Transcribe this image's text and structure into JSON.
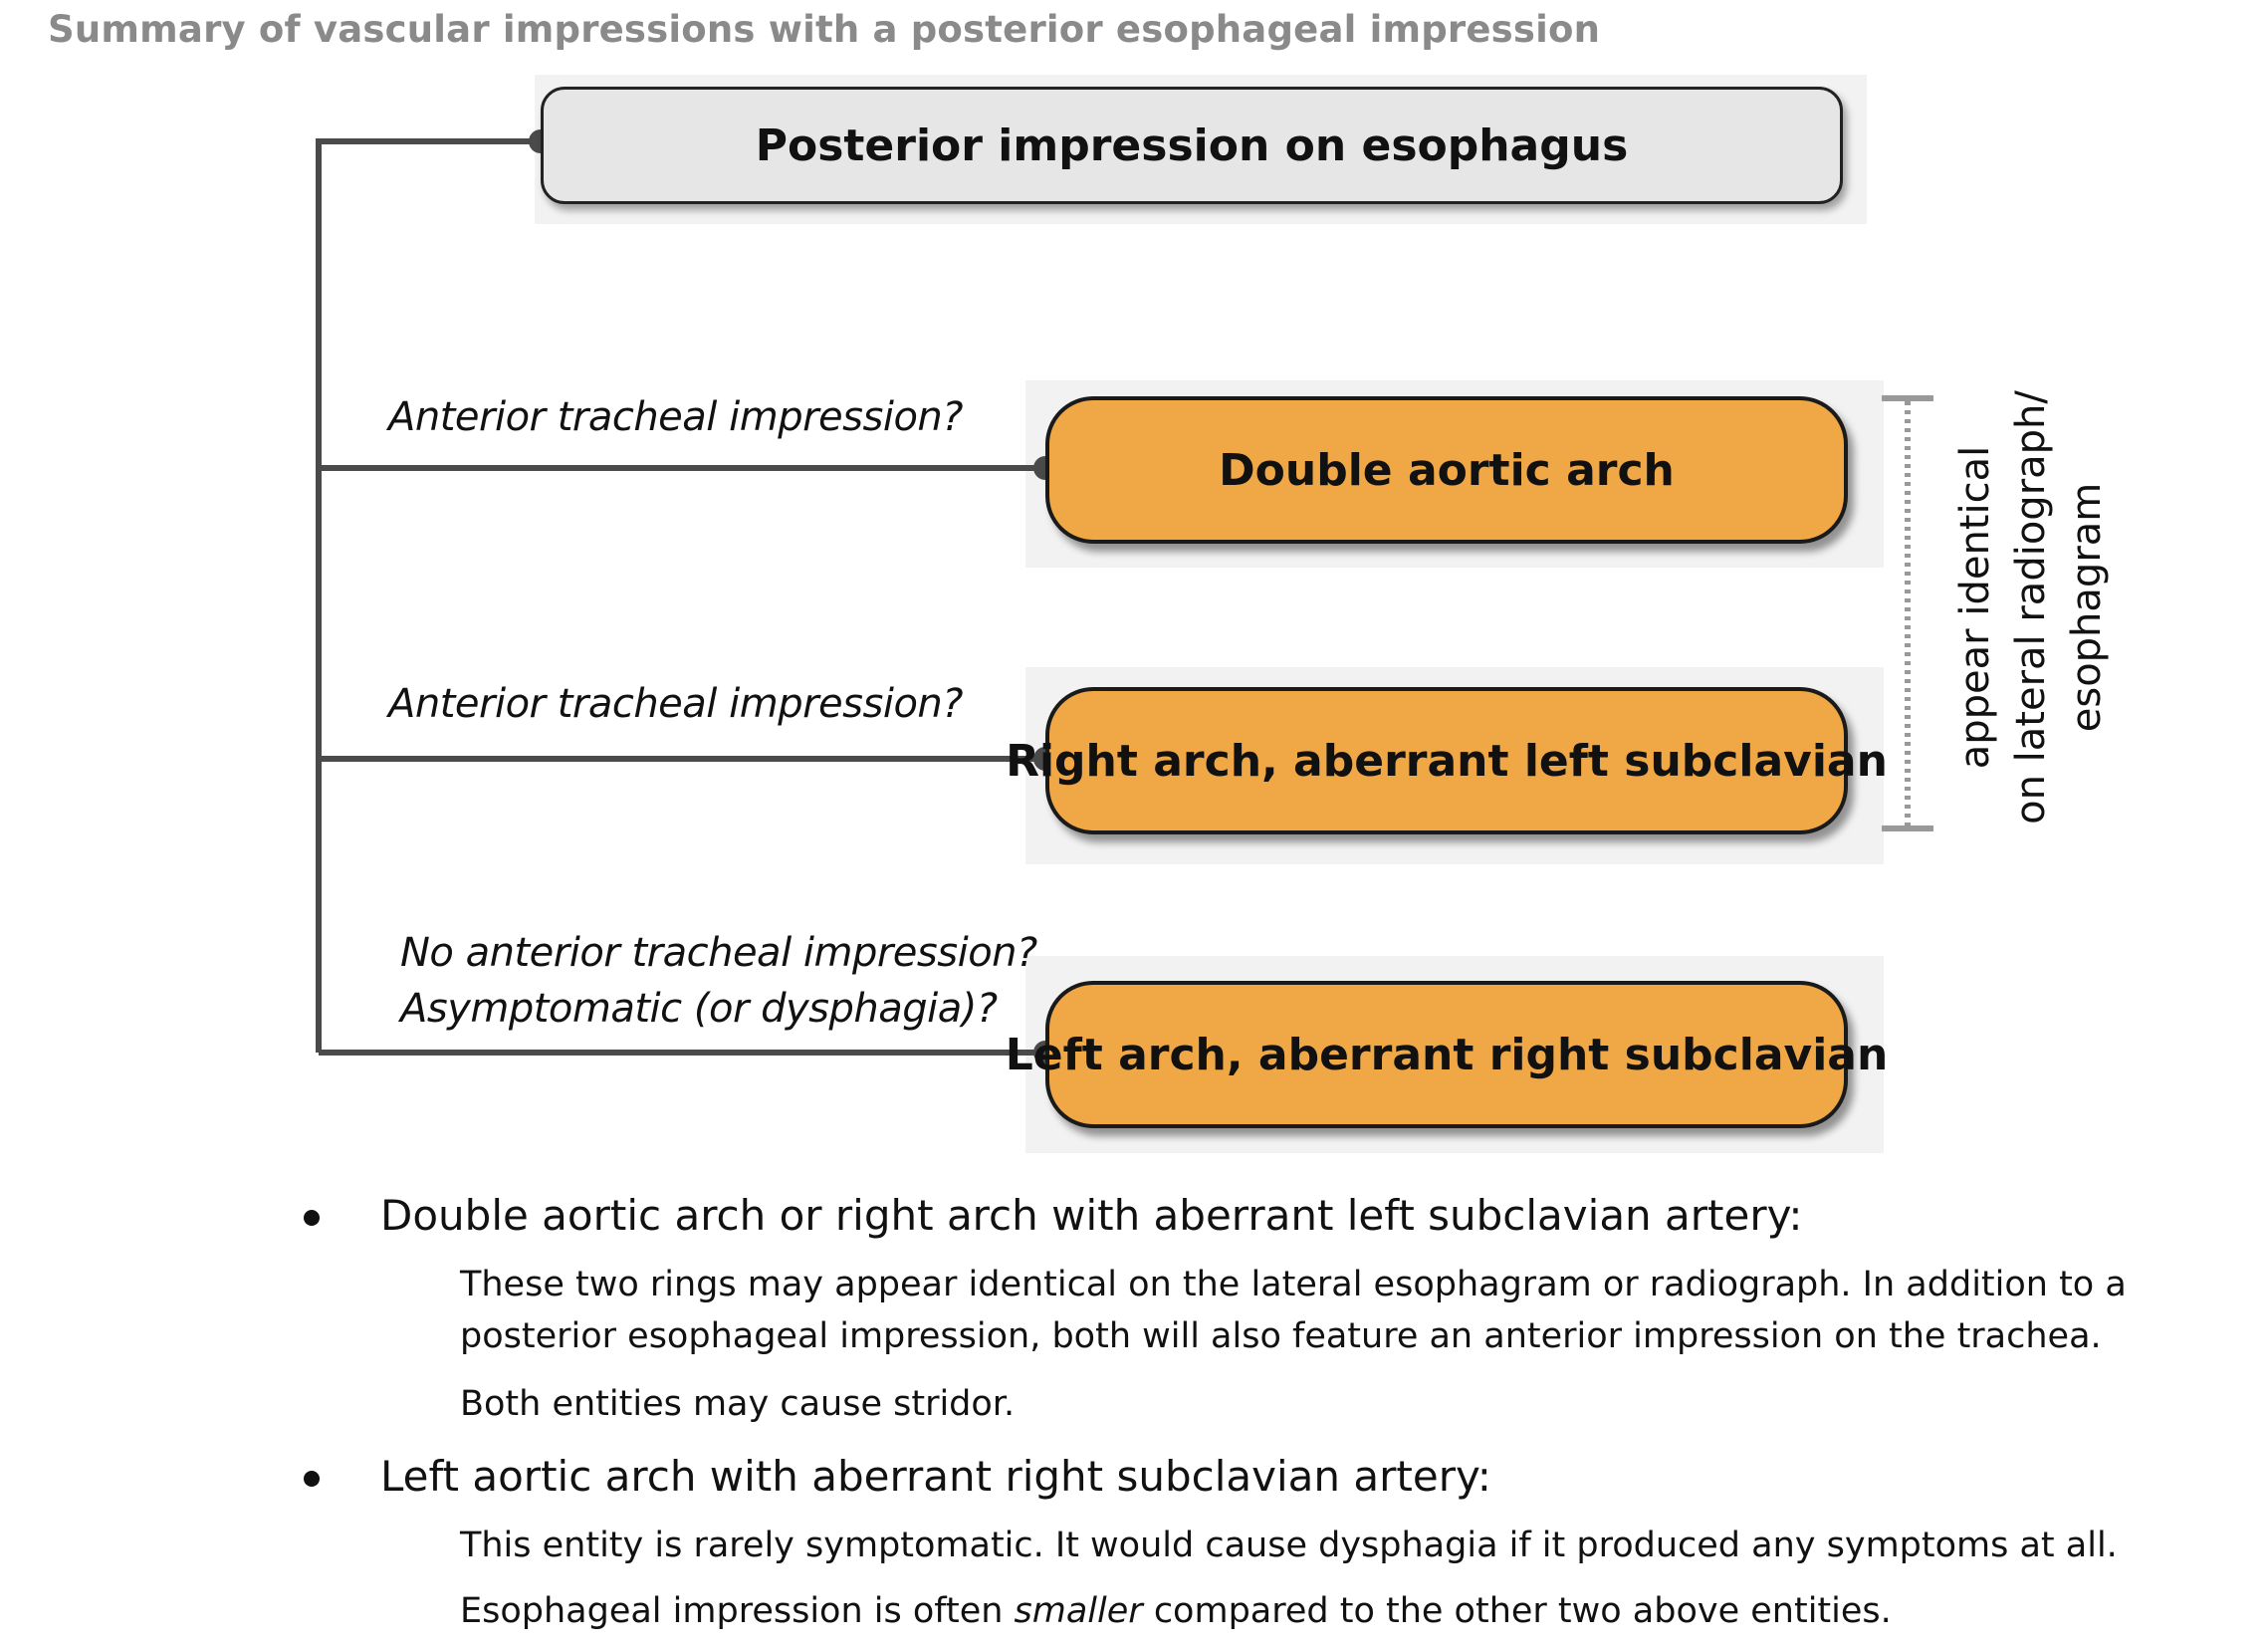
{
  "title": "Summary of vascular impressions with a posterior esophageal impression",
  "root": {
    "label": "Posterior impression on esophagus"
  },
  "branches": [
    {
      "question": "Anterior tracheal impression?",
      "result": "Double aortic arch"
    },
    {
      "question": "Anterior tracheal impression?",
      "result": "Right arch, aberrant left subclavian"
    },
    {
      "question_line1": "No anterior tracheal impression?",
      "question_line2": "Asymptomatic (or dysphagia)?",
      "result": "Left arch, aberrant right subclavian"
    }
  ],
  "side_note": {
    "line1": "appear identical",
    "line2": "on lateral radiograph/",
    "line3": "esophagram"
  },
  "notes": [
    {
      "heading": "Double aortic arch or right arch with aberrant left subclavian artery:",
      "line1": "These two rings may appear identical on the lateral esophagram or radiograph. In addition to a",
      "line2": "posterior esophageal impression, both will also feature an anterior impression on the trachea.",
      "line3": "Both entities may cause stridor."
    },
    {
      "heading": "Left aortic arch with aberrant right subclavian artery:",
      "line1": "This entity is rarely symptomatic. It would cause dysphagia if it produced any symptoms at all.",
      "line2_pre": "Esophageal impression is often ",
      "line2_em": "smaller",
      "line2_post": " compared to the other two above entities."
    }
  ],
  "colors": {
    "orange": "#f0a846",
    "root_fill": "#e6e6e6",
    "line": "#4a4a4a",
    "title": "#8a8a8a"
  }
}
